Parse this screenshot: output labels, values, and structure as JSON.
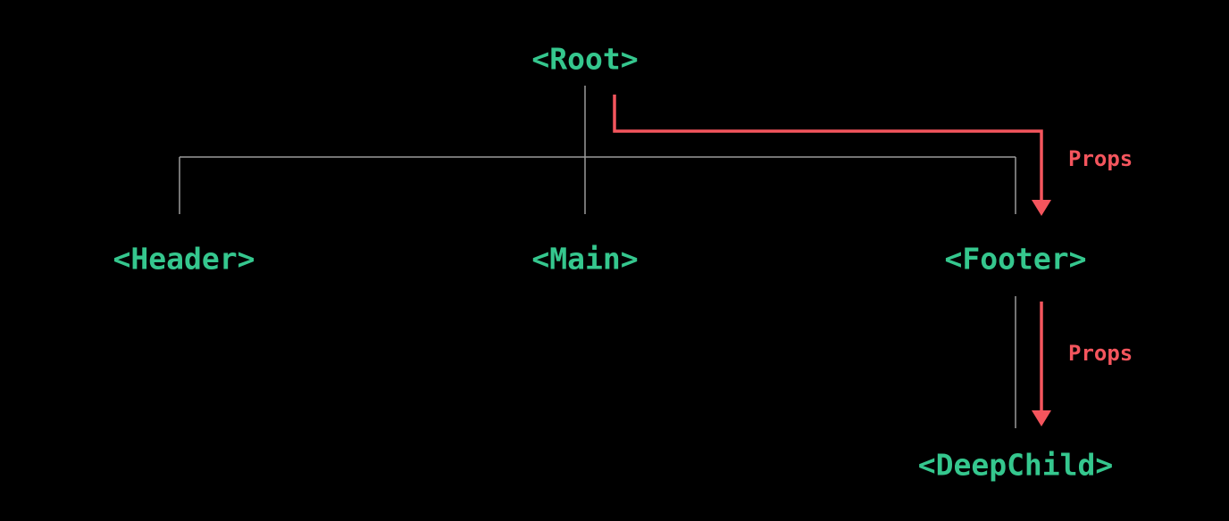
{
  "diagram": {
    "kind": "component-tree-prop-drilling",
    "nodes": {
      "root": {
        "label": "<Root>"
      },
      "header": {
        "label": "<Header>"
      },
      "main": {
        "label": "<Main>"
      },
      "footer": {
        "label": "<Footer>"
      },
      "deepchild": {
        "label": "<DeepChild>"
      }
    },
    "edges": {
      "tree": [
        {
          "from": "root",
          "to": "header"
        },
        {
          "from": "root",
          "to": "main"
        },
        {
          "from": "root",
          "to": "footer"
        },
        {
          "from": "footer",
          "to": "deepchild"
        }
      ],
      "props_arrows": [
        {
          "from": "root",
          "to": "footer",
          "label": "Props"
        },
        {
          "from": "footer",
          "to": "deepchild",
          "label": "Props"
        }
      ]
    },
    "arrow_labels": {
      "root_to_footer": "Props",
      "footer_to_deepchild": "Props"
    },
    "colors": {
      "background": "#000000",
      "node_text": "#35c78e",
      "props_arrow": "#f4555d",
      "tree_line": "#9a9a9a"
    }
  }
}
